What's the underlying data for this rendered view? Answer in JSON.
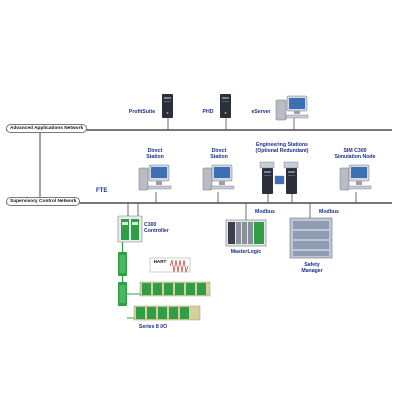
{
  "networks": {
    "advanced": "Advanced Applications Network",
    "supervisory": "Supervisory Control Network",
    "fte": "FTE"
  },
  "nodes": {
    "profitsuite": "ProfitSuite",
    "phd": "PHD",
    "eserver": "eServer",
    "direct_station_1": "Direct\nStation",
    "direct_station_2": "Direct\nStation",
    "engineering_stations": "Engineering Stations\n(Optional Redundant)",
    "sim_c300": "SIM C300\nSimulation Node",
    "c300_controller": "C300\nController",
    "hart": "HART",
    "modbus_1": "Modbus",
    "modbus_2": "Modbus",
    "masterlogic": "MasterLogic",
    "safety_manager": "Safety\nManager",
    "series8_io": "Series 8 I/O"
  },
  "colors": {
    "label": "#1b2f8f",
    "network_line": "#4a4a4a",
    "io_green": "#2f9e44",
    "io_tan": "#d8cfa0",
    "dark_device": "#2a2f3a",
    "monitor_screen": "#3d6fb6",
    "hart_wave": "#c0392b"
  }
}
